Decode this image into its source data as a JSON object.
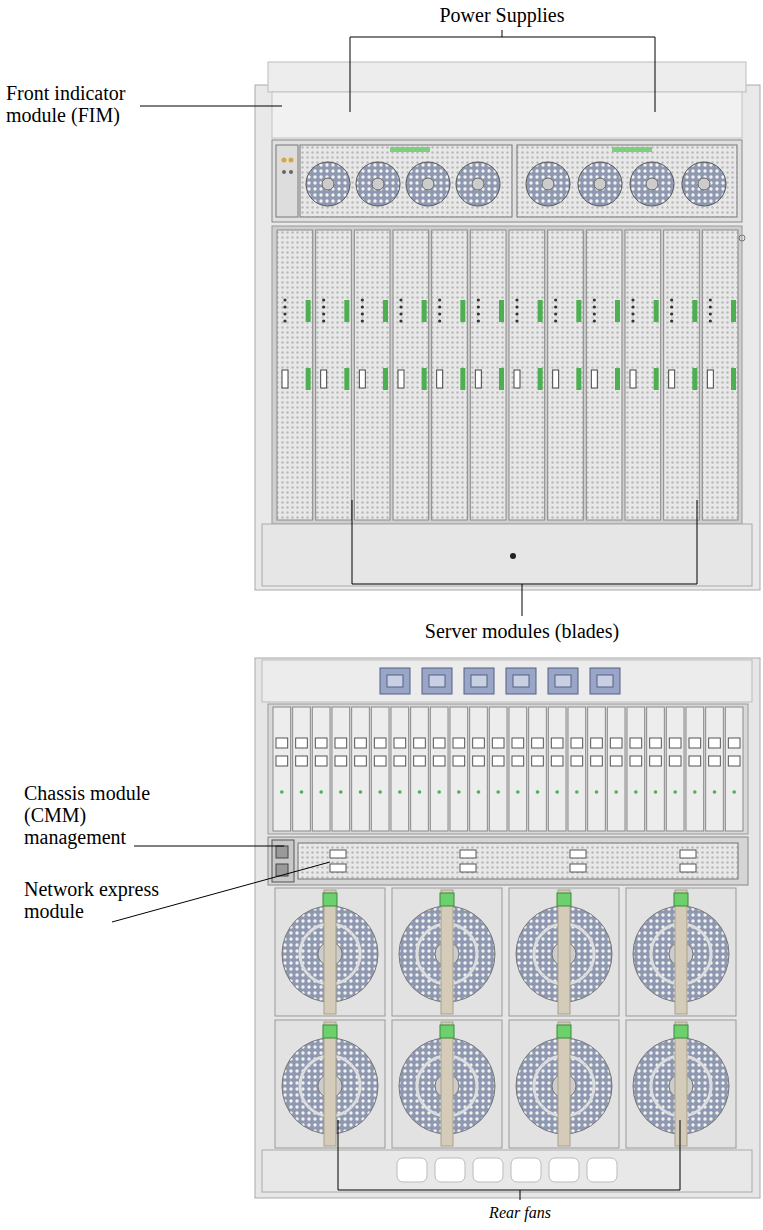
{
  "diagram": {
    "labels": [
      "Power Supplies",
      "Front indicator module (FIM)",
      "Server modules (blades)",
      "Chassis module (CMM) management",
      "Network express module",
      "Rear fans"
    ]
  }
}
